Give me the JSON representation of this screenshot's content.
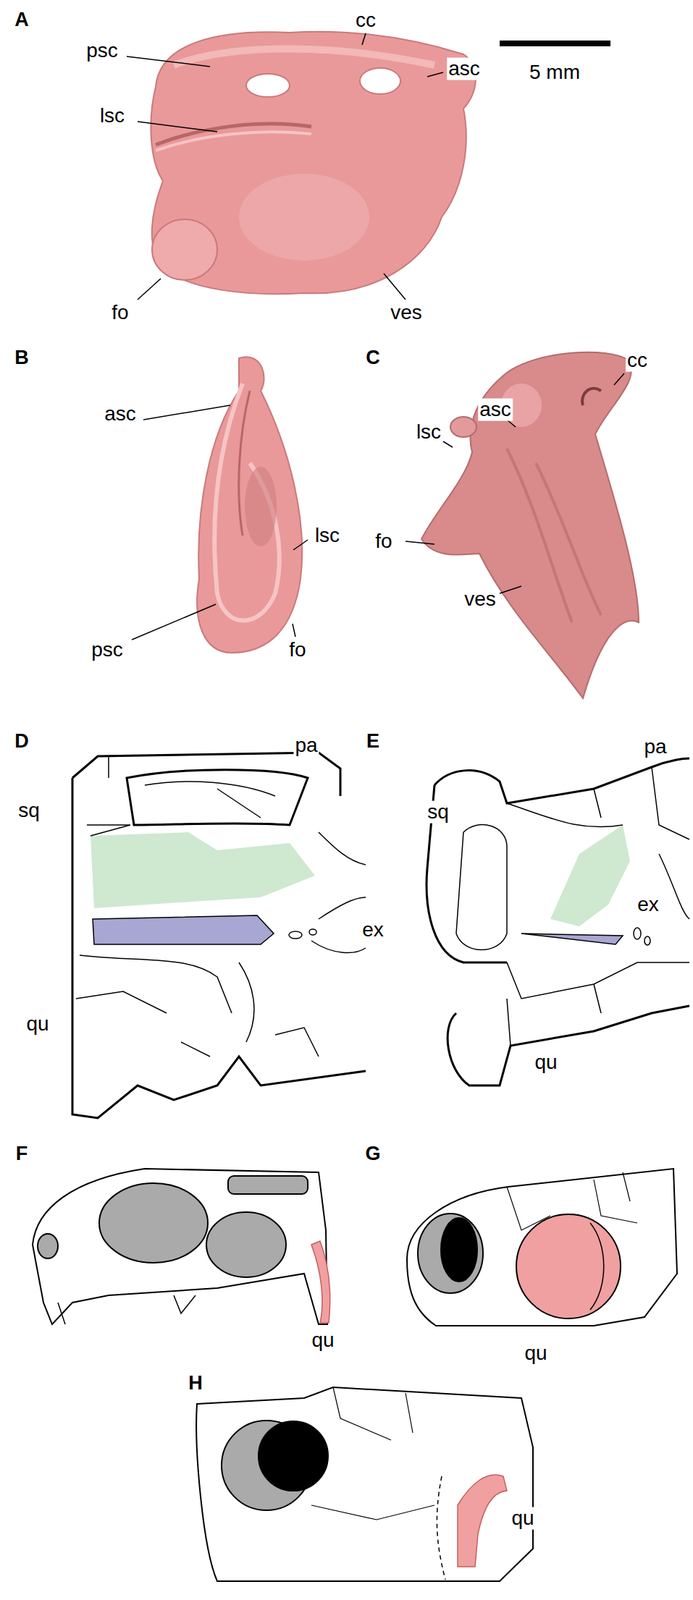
{
  "diagram": {
    "labels": [
      "A",
      "cc",
      "psc",
      "asc",
      "5 mm",
      "lsc",
      "fo",
      "ves",
      "B",
      "C",
      "cc",
      "asc",
      "asc",
      "lsc",
      "lsc",
      "fo",
      "ves",
      "psc",
      "fo",
      "D",
      "pa",
      "E",
      "pa",
      "sq",
      "sq",
      "ex",
      "ex",
      "qu",
      "qu",
      "F",
      "G",
      "qu",
      "qu",
      "H",
      "qu"
    ]
  }
}
